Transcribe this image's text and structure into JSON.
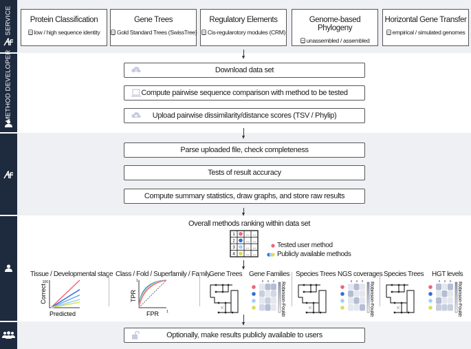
{
  "sidebar": {
    "sections": [
      {
        "label": "SERVICE",
        "icon": "af-logo-icon"
      },
      {
        "label": "METHOD DEVELOPER",
        "icon": "person-icon"
      },
      {
        "label": "",
        "icon": "af-logo-icon"
      },
      {
        "label": "",
        "icon": "person-icon"
      },
      {
        "label": "",
        "icon": "group-icon"
      }
    ]
  },
  "services": [
    {
      "title": "Protein Classification",
      "subtitle": "low / high sequence identity"
    },
    {
      "title": "Gene Trees",
      "subtitle": "Gold Standard Trees (SwissTree)"
    },
    {
      "title": "Regulatory Elements",
      "subtitle": "Cis-regularotory modules (CRM)"
    },
    {
      "title": "Genome-based Phylogeny",
      "subtitle": "unassembled / assembled"
    },
    {
      "title": "Horizontal Gene Transfer",
      "subtitle": "empirical / simulated genomes"
    }
  ],
  "developer_steps": [
    {
      "label": "Download data set",
      "icon": "cloud-download-icon"
    },
    {
      "label": "Compute pairwise sequence comparison with method to be tested",
      "icon": "laptop-icon"
    },
    {
      "label": "Upload pairwise dissimilarity/distance scores (TSV / Phylip)",
      "icon": "cloud-upload-icon"
    }
  ],
  "server_steps": [
    {
      "label": "Parse uploaded file, check completeness"
    },
    {
      "label": "Tests of result accuracy"
    },
    {
      "label": "Compute summary statistics, draw graphs, and store raw results"
    }
  ],
  "ranking": {
    "title": "Overall methods ranking within data set",
    "rows": [
      "1",
      "2",
      "3",
      "4"
    ],
    "cell": "...",
    "legend": [
      {
        "label": "Tested user method"
      },
      {
        "label": "Publicly available methods"
      }
    ]
  },
  "colors": {
    "sidebar": "#1e2a3e",
    "band": "#eef0f3",
    "user": "#f0637a",
    "m2": "#2f6fd1",
    "m3": "#9fd0f5",
    "m4": "#d9dd55",
    "heat": "#8f9bbd"
  },
  "panels": {
    "tissue": {
      "title": "Tissue / Developmental stage",
      "xlabel": "Predicted",
      "ylabel": "Correct",
      "tick_max": "100",
      "slopes": [
        1,
        0.66,
        0.46,
        0.3,
        0.2
      ]
    },
    "class": {
      "title": "Class / Fold / Superfamily / Family",
      "xlabel": "FPR",
      "ylabel": "TPR",
      "tick": "1"
    },
    "gene_trees": {
      "title": "Gene Trees"
    },
    "gene_families": {
      "title": "Gene Families",
      "scale": "Robinson-Foulds",
      "heat": [
        [
          0.1,
          0.6,
          0.6
        ],
        [
          0.4,
          0.1,
          0.3
        ],
        [
          0.1,
          0.4,
          0.1
        ],
        [
          0.3,
          0.6,
          0.1
        ]
      ]
    },
    "species_trees_1": {
      "title": "Species Trees"
    },
    "ngs": {
      "title": "NGS coverages",
      "scale": "Robinson-Foulds",
      "heat": [
        [
          0.1,
          0.6,
          0.1
        ],
        [
          0.6,
          0.1,
          0.1
        ],
        [
          0.1,
          0.6,
          0.1
        ],
        [
          0.1,
          0.1,
          0.6
        ]
      ]
    },
    "species_trees_2": {
      "title": "Species Trees"
    },
    "hgt": {
      "title": "HGT levels",
      "scale": "Robinson-Foulds",
      "heat": [
        [
          0.6,
          0.1,
          0.6
        ],
        [
          0.1,
          0.6,
          0.1
        ],
        [
          0.6,
          0.1,
          0.1
        ],
        [
          0.4,
          0.4,
          0.4
        ]
      ]
    }
  },
  "final_step": {
    "label": "Optionally, make results publicly available to users",
    "icon": "unlock-icon"
  }
}
